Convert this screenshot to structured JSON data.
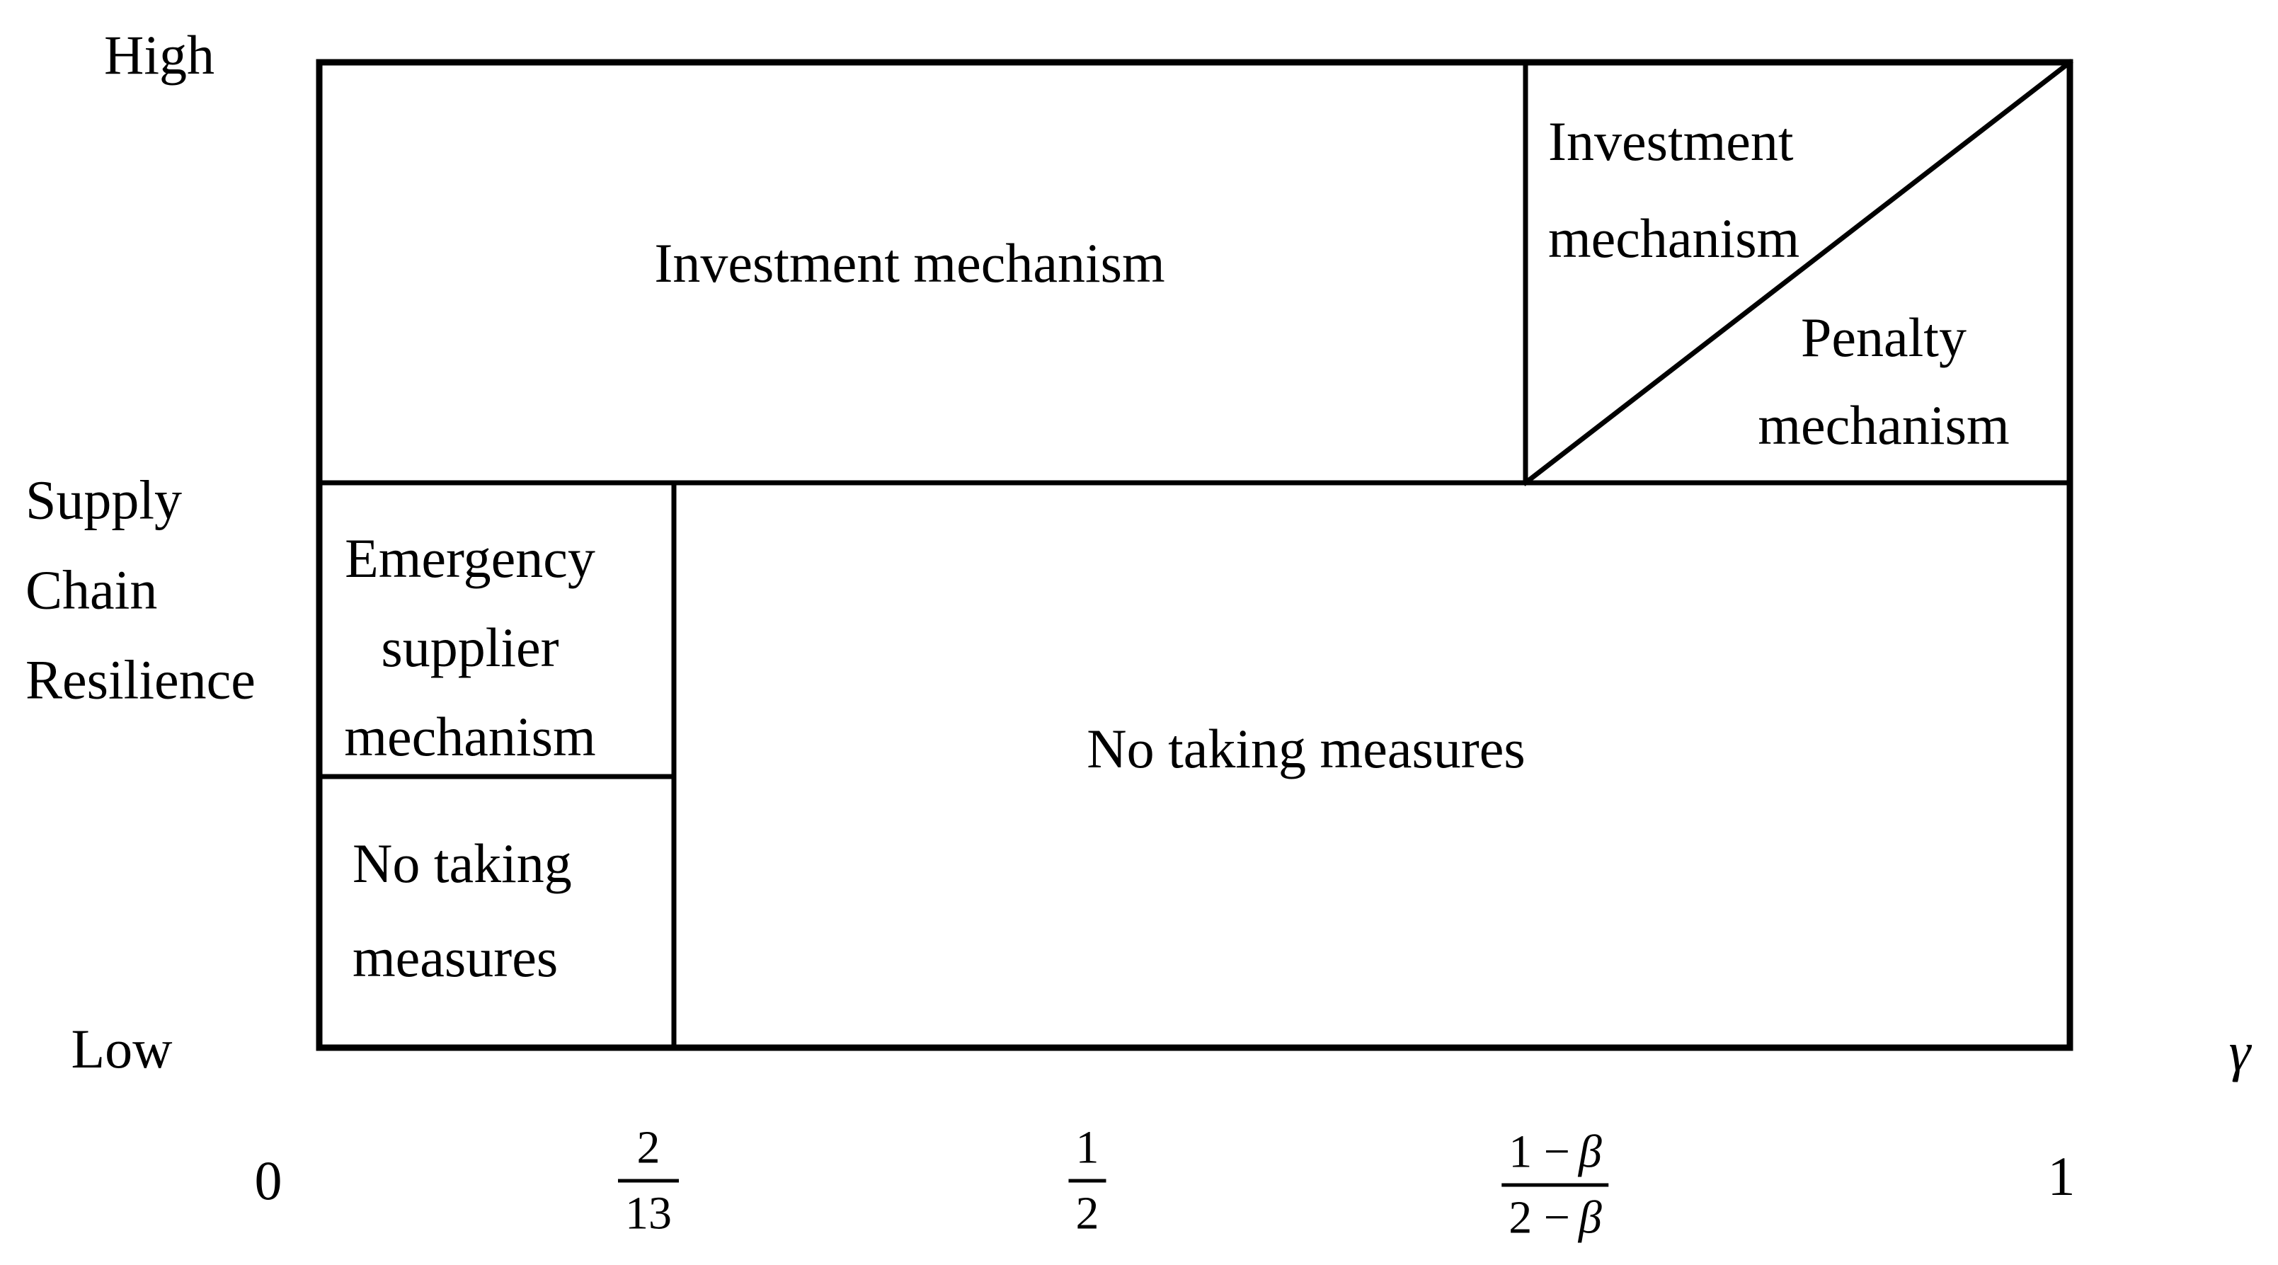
{
  "colors": {
    "ink": "#000000",
    "background": "#ffffff"
  },
  "labels": {
    "high": "High",
    "low": "Low",
    "y_axis_lines": [
      "Supply",
      "Chain",
      "Resilience"
    ],
    "x_axis_symbol": "γ"
  },
  "x_axis": {
    "zero": "0",
    "one": "1",
    "frac_2_13": {
      "num": "2",
      "den": "13"
    },
    "frac_1_2": {
      "num": "1",
      "den": "2"
    },
    "frac_beta": {
      "num_prefix": "1 −",
      "den_prefix": "2 −",
      "beta": "β"
    }
  },
  "regions": {
    "investment_main": "Investment mechanism",
    "investment_corner": [
      "Investment",
      "mechanism"
    ],
    "penalty_corner": [
      "Penalty",
      "mechanism"
    ],
    "emergency": [
      "Emergency",
      "supplier",
      "mechanism"
    ],
    "no_measures_small": [
      "No taking",
      "measures"
    ],
    "no_measures_large": "No taking measures"
  }
}
